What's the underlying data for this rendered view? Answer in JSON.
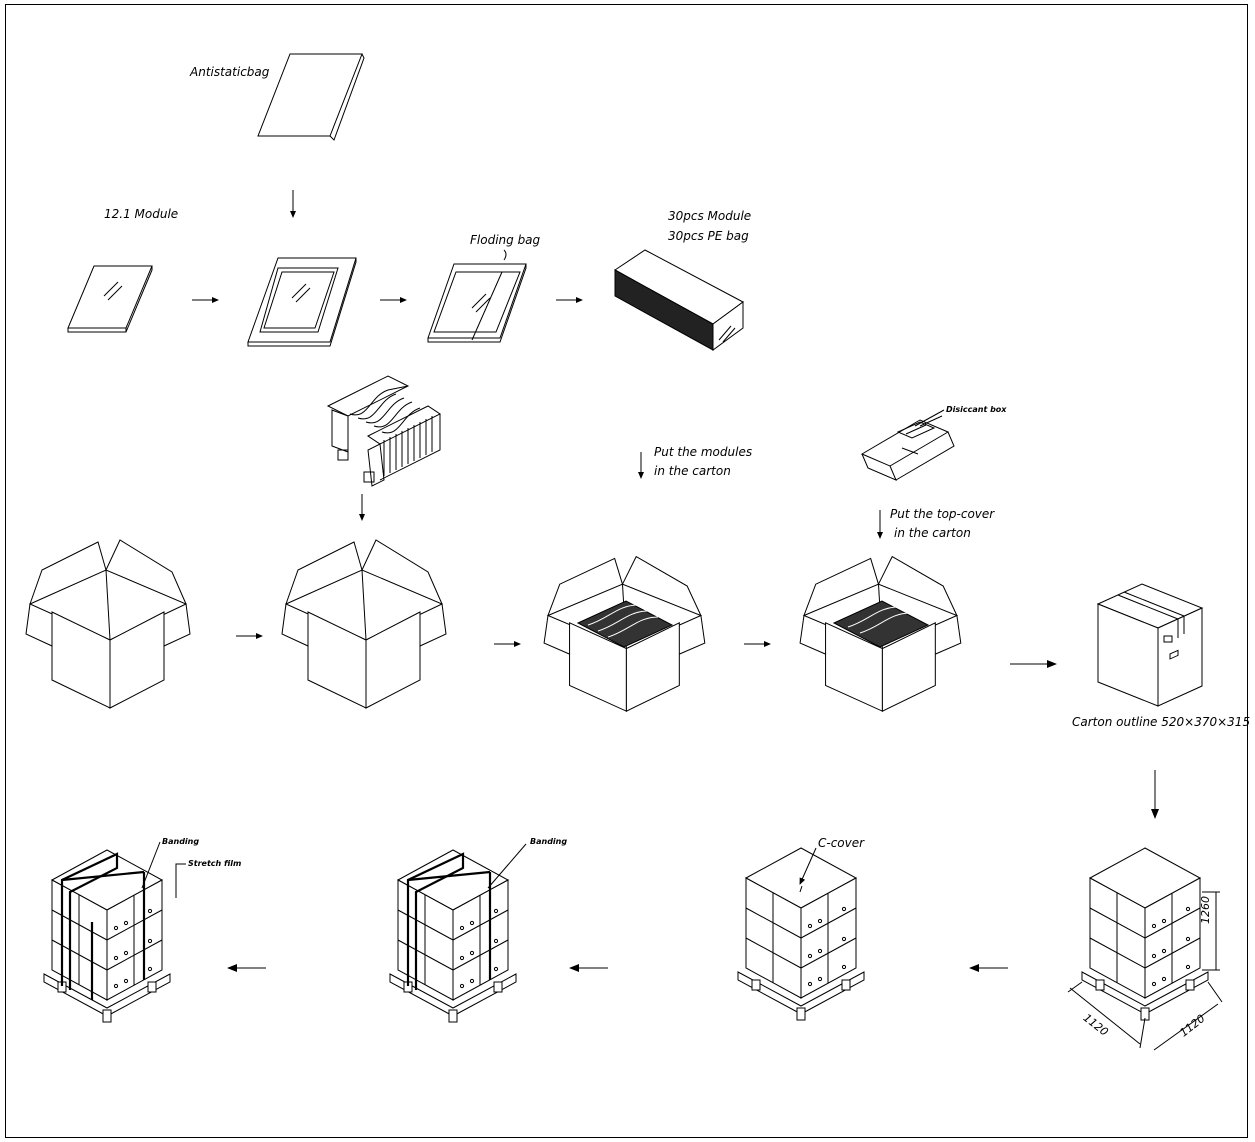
{
  "labels": {
    "antistatic_bag": "Antistaticbag",
    "module": "12.1 Module",
    "folding_bag": "Floding bag",
    "batch_line1": "30pcs Module",
    "batch_line2": "30pcs PE bag",
    "put_modules_line1": "Put the modules",
    "put_modules_line2": "in the carton",
    "desiccant_box": "Disiccant box",
    "put_topcover_line1": "Put the top-cover",
    "put_topcover_line2": "in the carton",
    "carton_outline": "Carton outline 520×370×315",
    "banding_1": "Banding",
    "stretch_film": "Stretch film",
    "banding_2": "Banding",
    "c_cover": "C-cover",
    "dim_height": "1260",
    "dim_width_left": "1120",
    "dim_width_right": "1120"
  },
  "colors": {
    "ink": "#000000",
    "paper": "#ffffff"
  }
}
